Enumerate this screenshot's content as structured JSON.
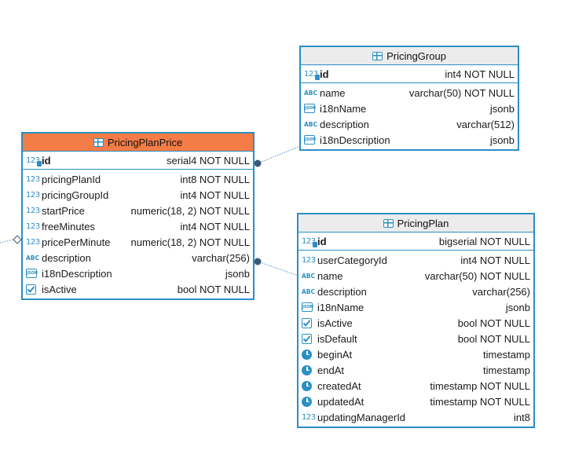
{
  "colors": {
    "accent": "#2b8fc4",
    "header_default": "#ececec",
    "header_selected": "#f47c46",
    "connector": "#5a8fc4",
    "endpoint": "#3c5a78"
  },
  "entities": {
    "pricing_plan_price": {
      "title": "PricingPlanPrice",
      "selected": true,
      "pk": {
        "name": "id",
        "type": "serial4 NOT NULL",
        "icon": "numeric-key-icon"
      },
      "columns": [
        {
          "name": "pricingPlanId",
          "type": "int8 NOT NULL",
          "icon": "numeric-icon"
        },
        {
          "name": "pricingGroupId",
          "type": "int4 NOT NULL",
          "icon": "numeric-icon"
        },
        {
          "name": "startPrice",
          "type": "numeric(18, 2) NOT NULL",
          "icon": "numeric-icon"
        },
        {
          "name": "freeMinutes",
          "type": "int4 NOT NULL",
          "icon": "numeric-icon"
        },
        {
          "name": "pricePerMinute",
          "type": "numeric(18, 2) NOT NULL",
          "icon": "numeric-icon"
        },
        {
          "name": "description",
          "type": "varchar(256)",
          "icon": "text-icon"
        },
        {
          "name": "i18nDescription",
          "type": "jsonb",
          "icon": "json-icon"
        },
        {
          "name": "isActive",
          "type": "bool NOT NULL",
          "icon": "boolean-icon"
        }
      ]
    },
    "pricing_group": {
      "title": "PricingGroup",
      "selected": false,
      "pk": {
        "name": "id",
        "type": "int4 NOT NULL",
        "icon": "numeric-key-icon"
      },
      "columns": [
        {
          "name": "name",
          "type": "varchar(50) NOT NULL",
          "icon": "text-icon"
        },
        {
          "name": "i18nName",
          "type": "jsonb",
          "icon": "json-icon"
        },
        {
          "name": "description",
          "type": "varchar(512)",
          "icon": "text-icon"
        },
        {
          "name": "i18nDescription",
          "type": "jsonb",
          "icon": "json-icon"
        }
      ]
    },
    "pricing_plan": {
      "title": "PricingPlan",
      "selected": false,
      "pk": {
        "name": "id",
        "type": "bigserial NOT NULL",
        "icon": "numeric-key-icon"
      },
      "columns": [
        {
          "name": "userCategoryId",
          "type": "int4 NOT NULL",
          "icon": "numeric-icon"
        },
        {
          "name": "name",
          "type": "varchar(50) NOT NULL",
          "icon": "text-icon"
        },
        {
          "name": "description",
          "type": "varchar(256)",
          "icon": "text-icon"
        },
        {
          "name": "i18nName",
          "type": "jsonb",
          "icon": "json-icon"
        },
        {
          "name": "isActive",
          "type": "bool NOT NULL",
          "icon": "boolean-icon"
        },
        {
          "name": "isDefault",
          "type": "bool NOT NULL",
          "icon": "boolean-icon"
        },
        {
          "name": "beginAt",
          "type": "timestamp",
          "icon": "clock-icon"
        },
        {
          "name": "endAt",
          "type": "timestamp",
          "icon": "clock-icon"
        },
        {
          "name": "createdAt",
          "type": "timestamp NOT NULL",
          "icon": "clock-icon"
        },
        {
          "name": "updatedAt",
          "type": "timestamp NOT NULL",
          "icon": "clock-icon"
        },
        {
          "name": "updatingManagerId",
          "type": "int8",
          "icon": "numeric-icon"
        }
      ]
    }
  },
  "icon_text": {
    "numeric": "123",
    "text": "ABC",
    "json": "JSON"
  },
  "relations": [
    {
      "from": "pricing_plan_price",
      "to": "pricing_group",
      "style": "dotted"
    },
    {
      "from": "pricing_plan_price",
      "to": "pricing_plan",
      "style": "dotted"
    },
    {
      "from": "pricing_plan_price",
      "to": "offscreen-left",
      "style": "dotted"
    }
  ]
}
